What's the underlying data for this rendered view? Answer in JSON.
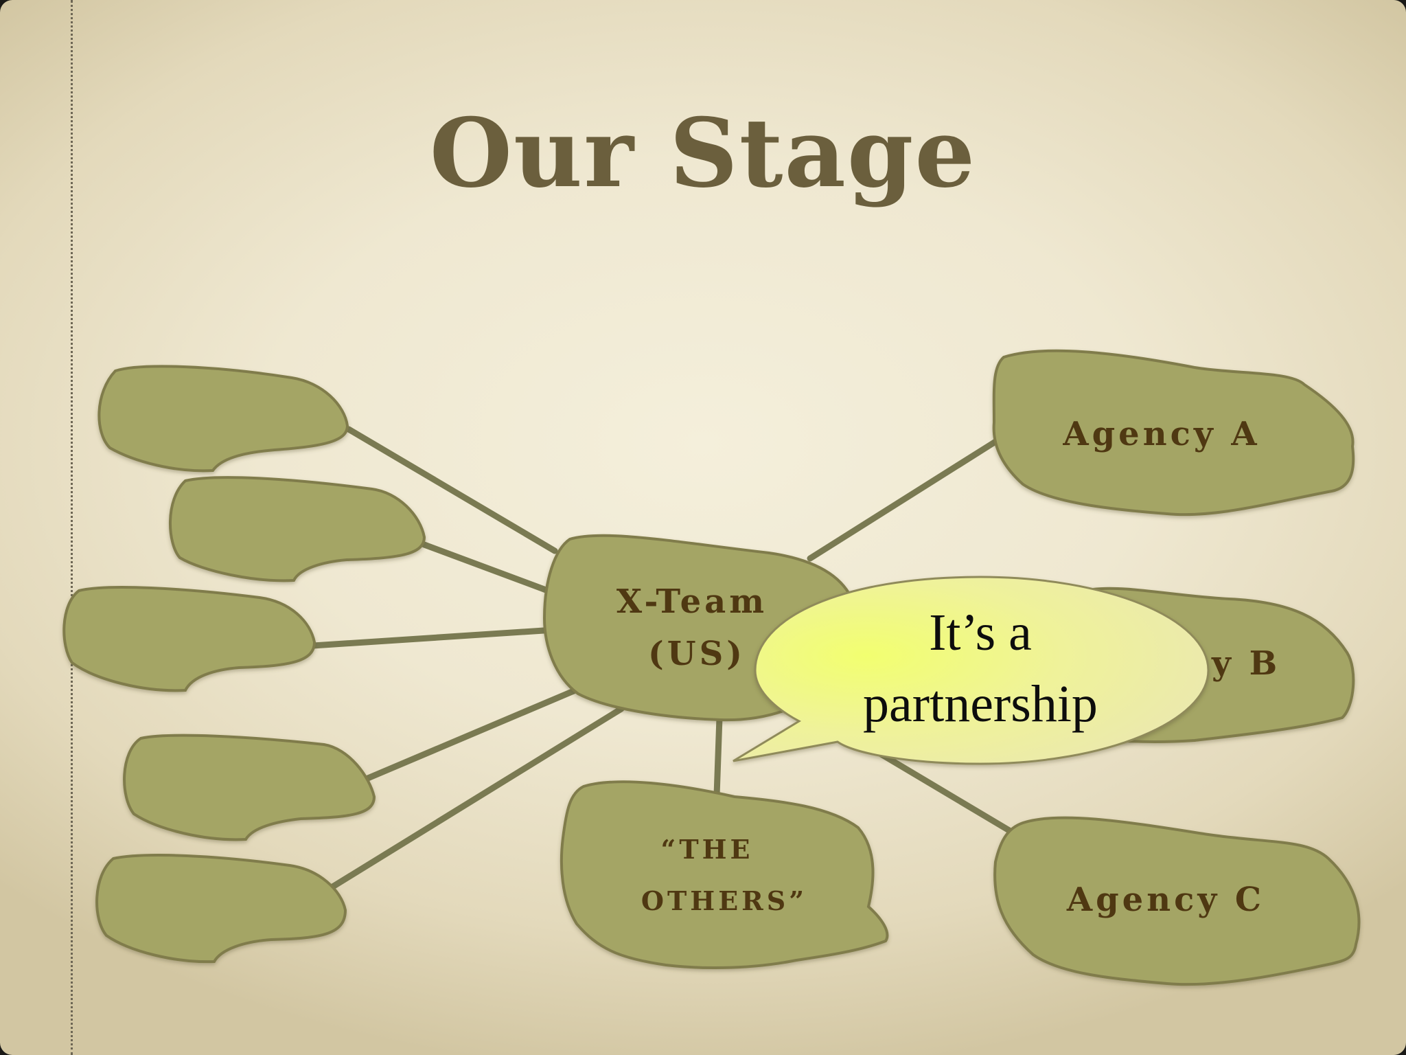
{
  "slide": {
    "title": "Our Stage",
    "colors": {
      "background": "#efe8d1",
      "title": "#6b5f3d",
      "node_fill": "#a4a565",
      "node_stroke": "#807c4c",
      "connector": "#7a7a52",
      "node_text": "#4f3812",
      "bubble_fill": "#f1f59a"
    }
  },
  "diagram": {
    "hub": {
      "line1": "X-Team",
      "line2": "(us)"
    },
    "agencies": {
      "a": "Agency A",
      "b_visible": "y B",
      "c": "Agency C"
    },
    "others": {
      "line1": "“the",
      "line2": "others”"
    },
    "callout": {
      "line1": "It’s a",
      "line2": "partnership"
    }
  }
}
